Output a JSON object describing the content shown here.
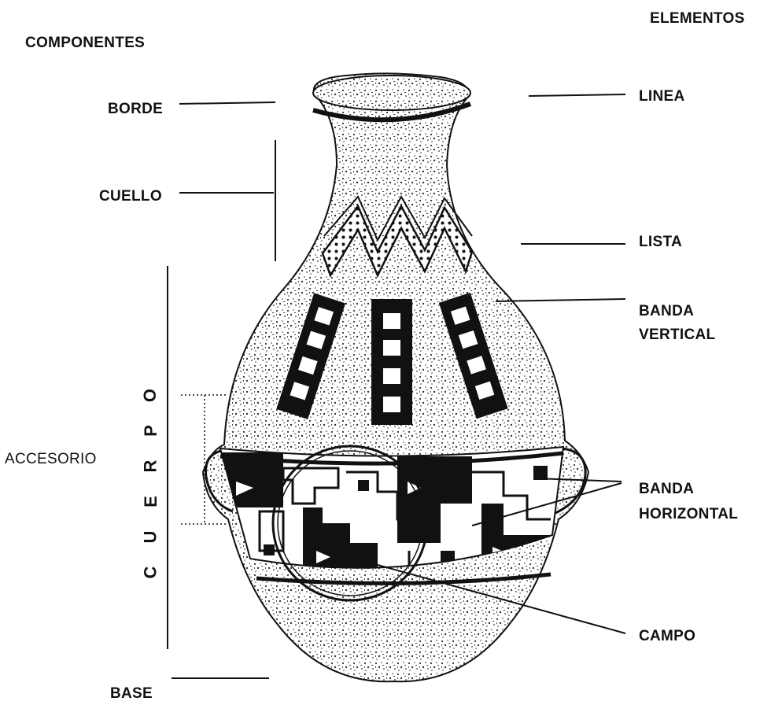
{
  "headers": {
    "componentes": "COMPONENTES",
    "elementos": "ELEMENTOS"
  },
  "components": {
    "borde": "BORDE",
    "cuello": "CUELLO",
    "cuerpo": "CUERPO",
    "cuerpo_letters": [
      "C",
      "U",
      "E",
      "R",
      "P",
      "O"
    ],
    "accesorio": "ACCESORIO",
    "base": "BASE"
  },
  "elements": {
    "linea": "LINEA",
    "lista": "LISTA",
    "banda_vertical": [
      "BANDA",
      "VERTICAL"
    ],
    "banda_horizontal": [
      "BANDA",
      "HORIZONTAL"
    ],
    "campo": "CAMPO"
  },
  "colors": {
    "ink": "#111111",
    "paper": "#ffffff",
    "speckle": "#3a3a3a"
  }
}
